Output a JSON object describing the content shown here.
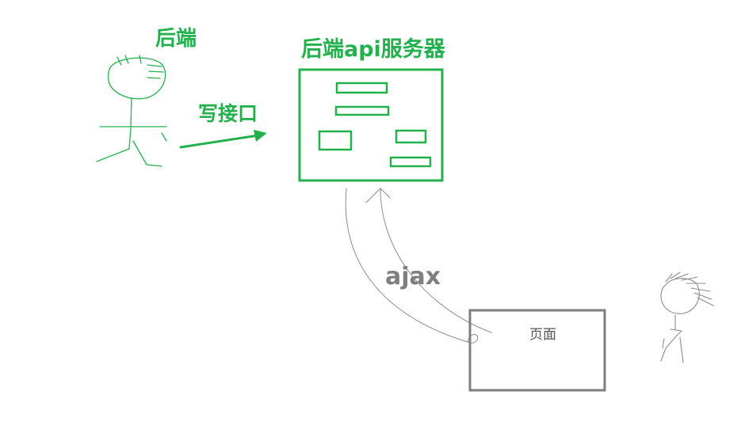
{
  "labels": {
    "backend": "后端",
    "server": "后端api服务器",
    "write_api": "写接口",
    "ajax": "ajax",
    "page": "页面"
  },
  "colors": {
    "green": "#22b14c",
    "gray": "#7f7f7f",
    "line": "#8c8c8c"
  }
}
